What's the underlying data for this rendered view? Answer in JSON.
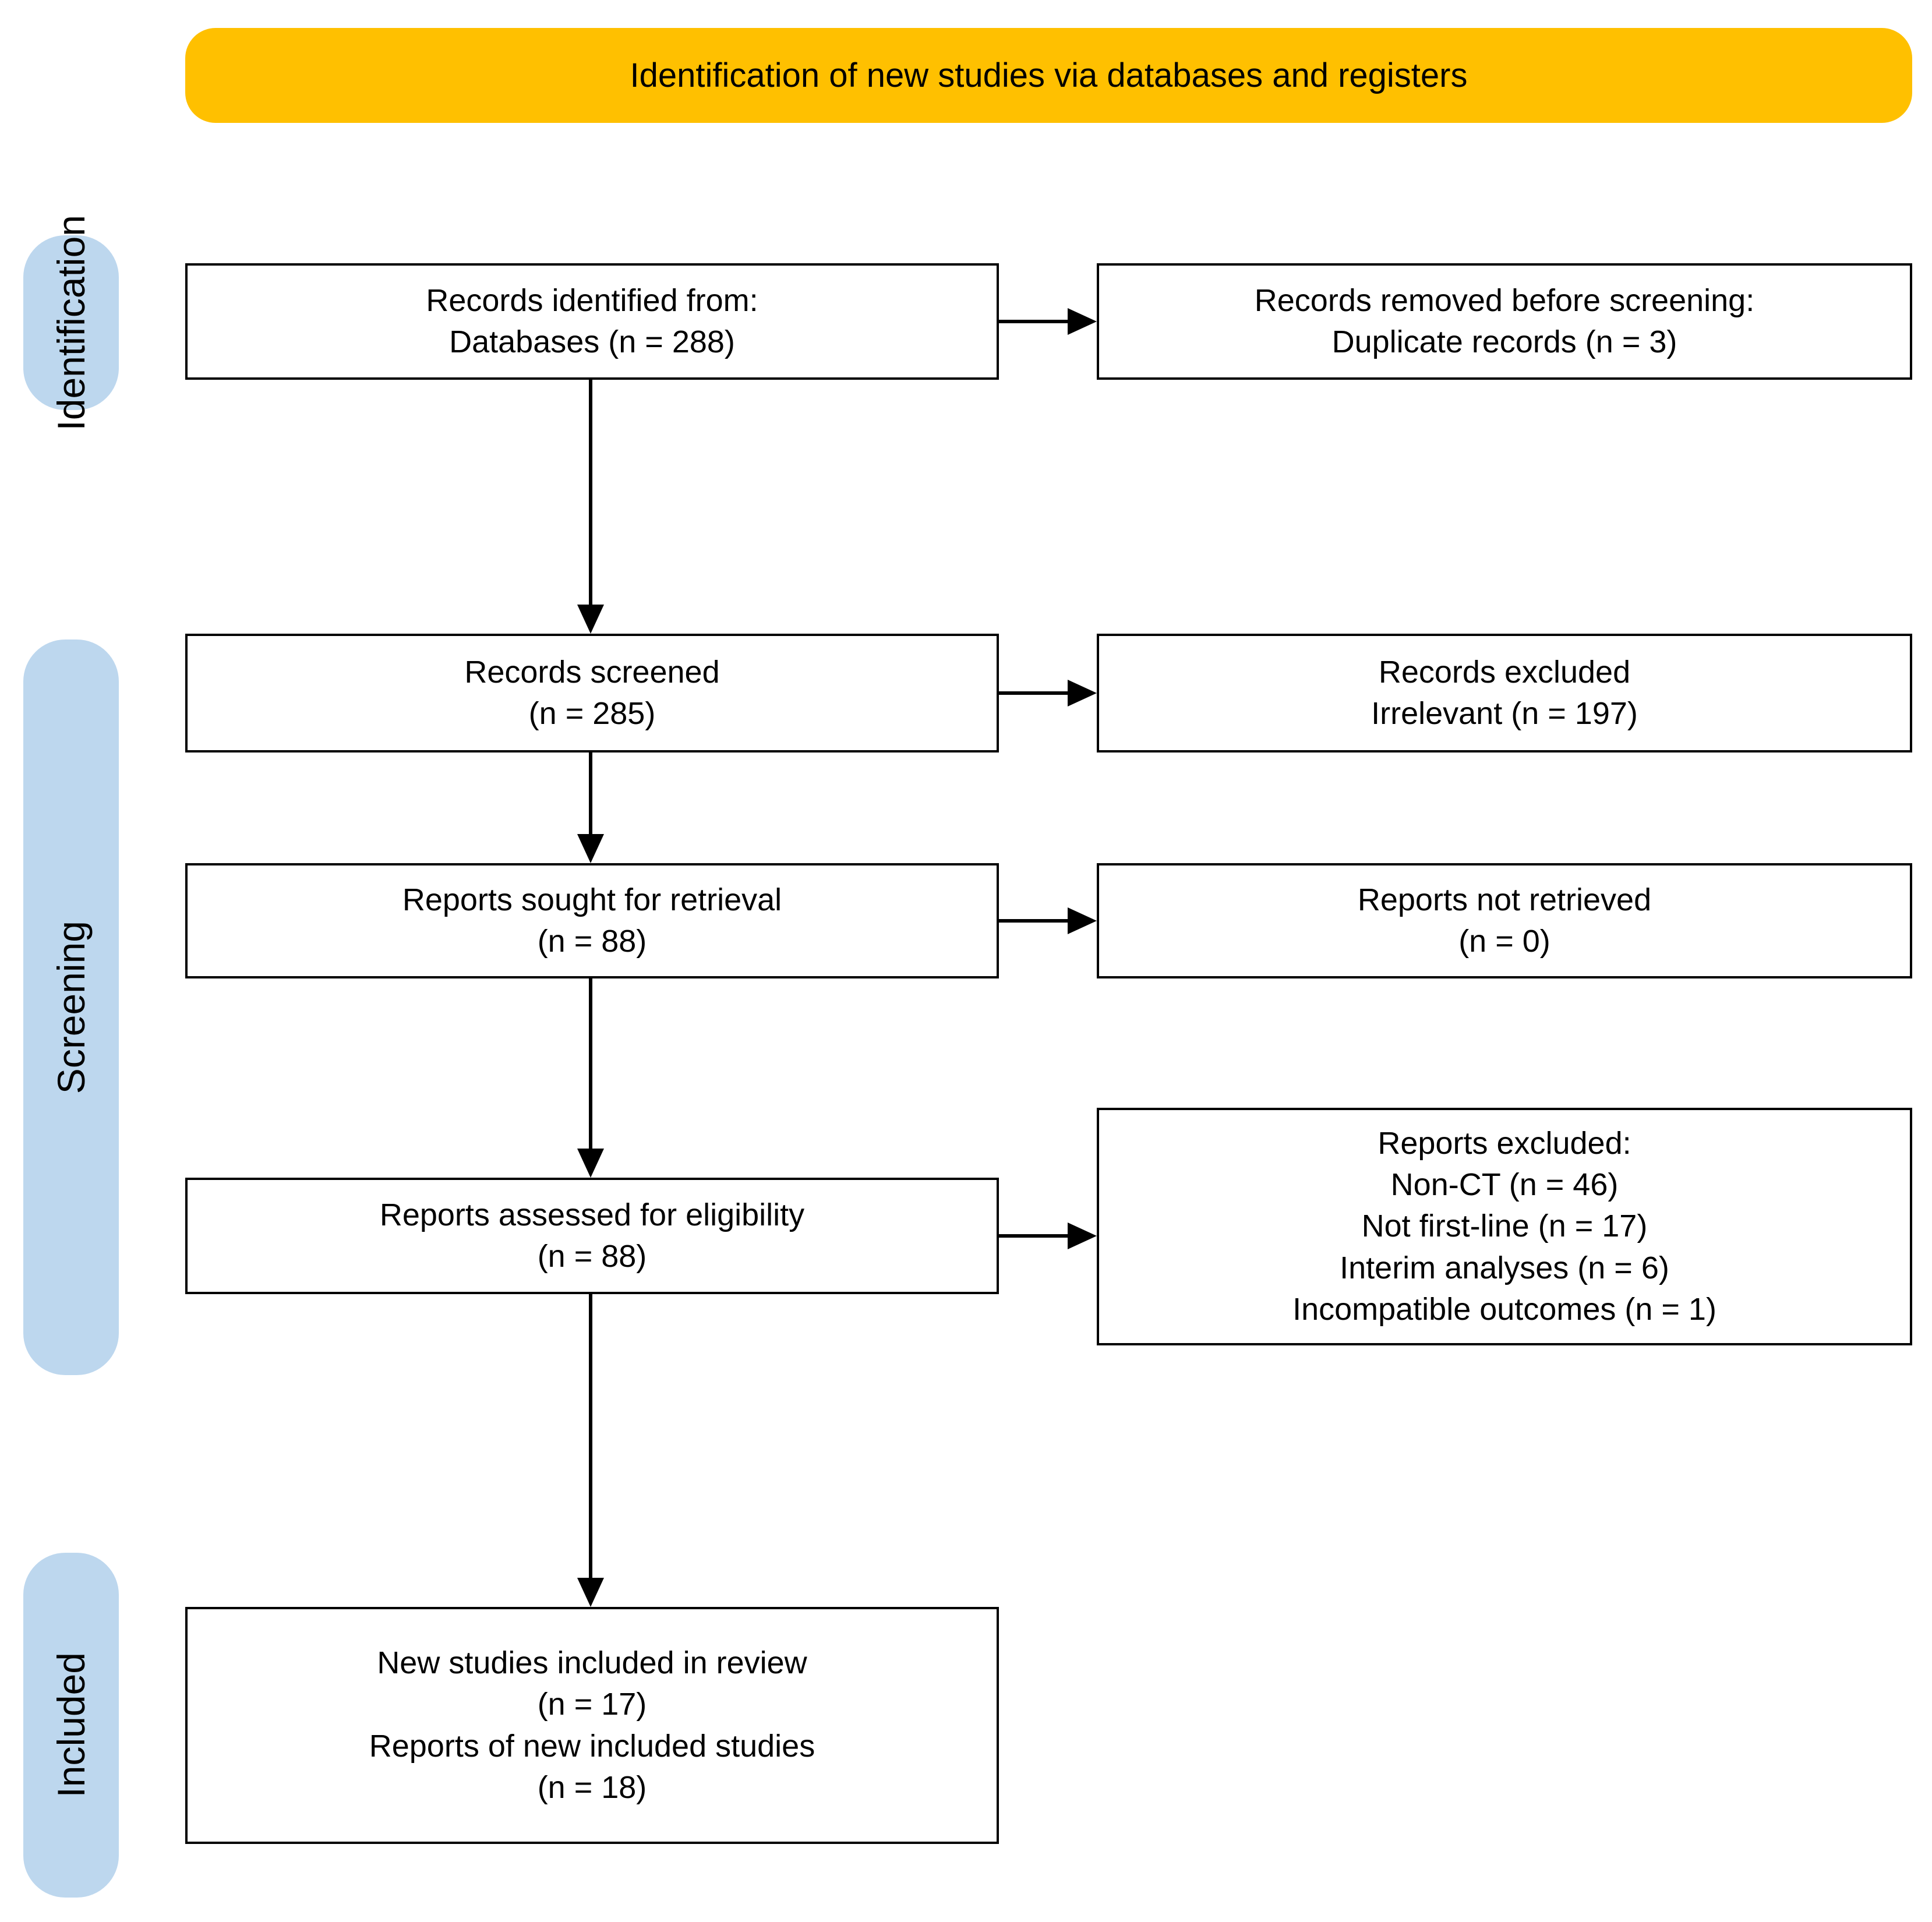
{
  "banner": {
    "title": "Identification of new studies via databases and registers"
  },
  "stages": [
    {
      "label": "Identification"
    },
    {
      "label": "Screening"
    },
    {
      "label": "Included"
    }
  ],
  "colors": {
    "banner_bg": "#FFC000",
    "stage_bg": "#BDD7EE",
    "box_border": "#000000",
    "arrow": "#000000"
  },
  "boxes": {
    "records_identified": {
      "lines": [
        "Records identified from:",
        "Databases (n = 288)"
      ]
    },
    "records_removed": {
      "lines": [
        "Records removed before screening:",
        "Duplicate records (n = 3)"
      ]
    },
    "records_screened": {
      "lines": [
        "Records screened",
        "(n = 285)"
      ]
    },
    "records_excluded": {
      "lines": [
        "Records excluded",
        "Irrelevant (n = 197)"
      ]
    },
    "reports_sought": {
      "lines": [
        "Reports sought for retrieval",
        "(n = 88)"
      ]
    },
    "reports_not_retrieved": {
      "lines": [
        "Reports not retrieved",
        "(n = 0)"
      ]
    },
    "reports_assessed": {
      "lines": [
        "Reports assessed for eligibility",
        "(n = 88)"
      ]
    },
    "reports_excluded": {
      "lines": [
        "Reports excluded:",
        "Non-CT (n = 46)",
        "Not first-line (n = 17)",
        "Interim analyses (n = 6)",
        "Incompatible outcomes (n = 1)"
      ]
    },
    "new_studies_included": {
      "lines": [
        "New studies included in review",
        "(n = 17)",
        "Reports of new included studies",
        "(n = 18)"
      ]
    }
  }
}
